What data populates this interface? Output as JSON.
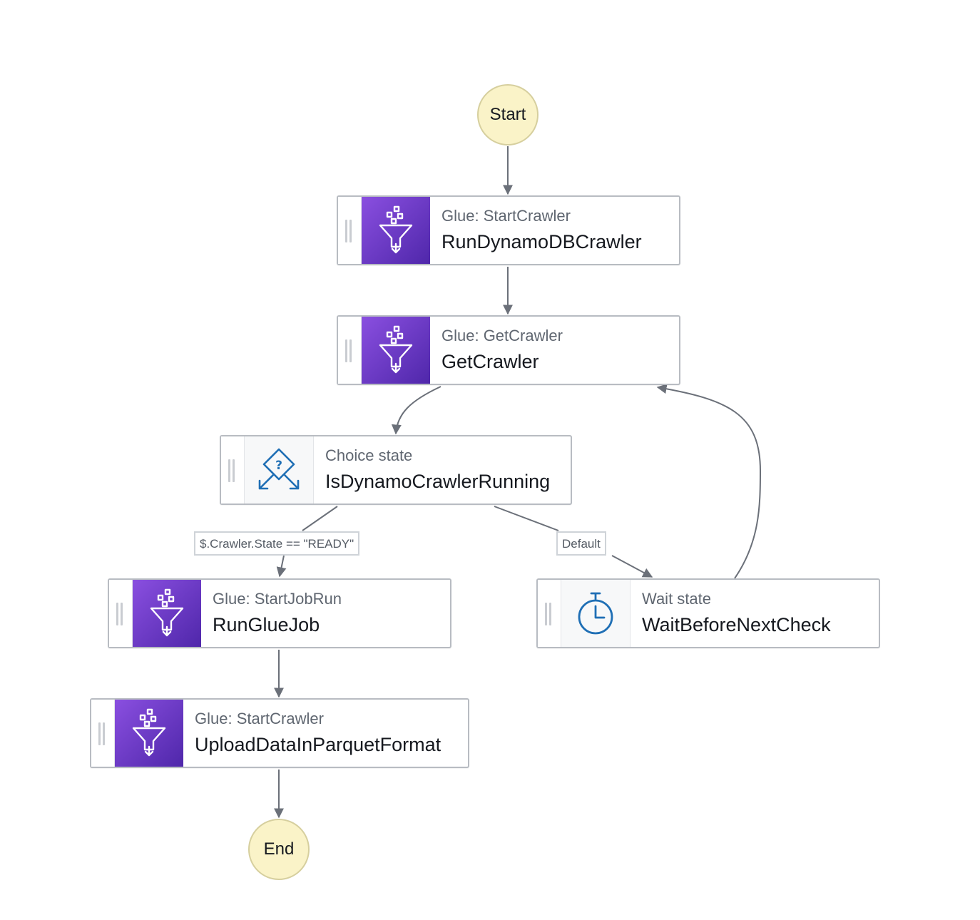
{
  "terminals": {
    "start": "Start",
    "end": "End"
  },
  "states": [
    {
      "id": "run-dynamodb-crawler",
      "kind": "Glue: StartCrawler",
      "name": "RunDynamoDBCrawler",
      "icon": "glue-funnel-icon"
    },
    {
      "id": "get-crawler",
      "kind": "Glue: GetCrawler",
      "name": "GetCrawler",
      "icon": "glue-funnel-icon"
    },
    {
      "id": "is-dynamo-crawler-running",
      "kind": "Choice state",
      "name": "IsDynamoCrawlerRunning",
      "icon": "choice-diamond-icon"
    },
    {
      "id": "run-glue-job",
      "kind": "Glue: StartJobRun",
      "name": "RunGlueJob",
      "icon": "glue-funnel-icon"
    },
    {
      "id": "wait-before-next-check",
      "kind": "Wait state",
      "name": "WaitBeforeNextCheck",
      "icon": "stopwatch-icon"
    },
    {
      "id": "upload-data-in-parquet-format",
      "kind": "Glue: StartCrawler",
      "name": "UploadDataInParquetFormat",
      "icon": "glue-funnel-icon"
    }
  ],
  "edge_labels": {
    "ready_condition": "$.Crawler.State == \"READY\"",
    "default": "Default"
  },
  "colors": {
    "glue_purple_light": "#8a4fe0",
    "glue_purple_dark": "#4f27aa",
    "terminal_fill": "#faf3c8",
    "edge": "#6b7079",
    "choice_blue": "#1f6fb5"
  }
}
